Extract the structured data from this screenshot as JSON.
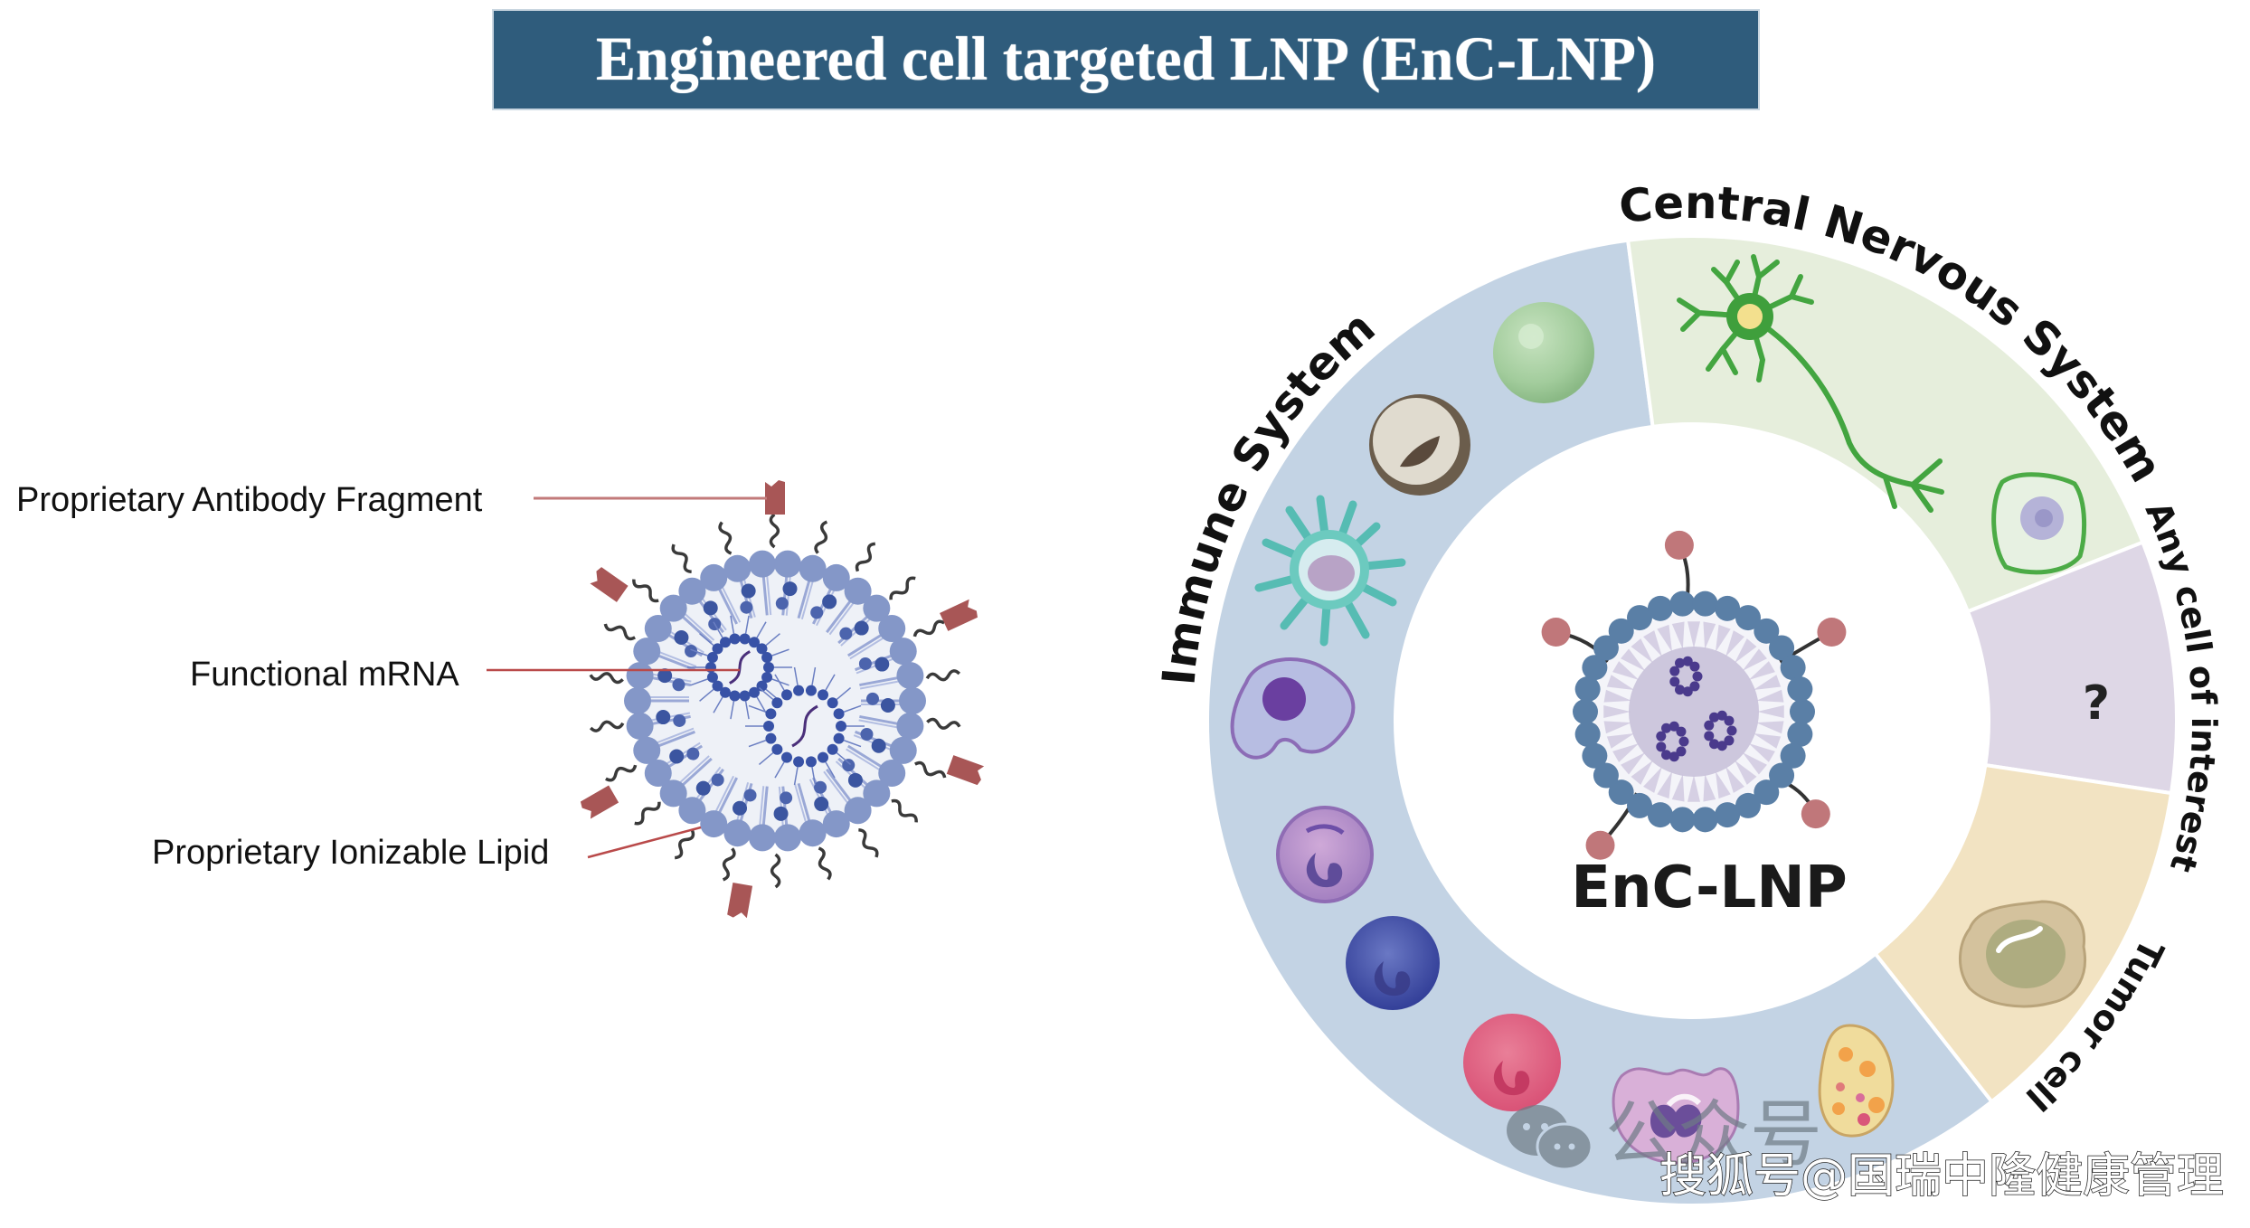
{
  "title": "Engineered cell targeted LNP (EnC-LNP)",
  "left_diagram": {
    "labels": {
      "antibody": "Proprietary Antibody Fragment",
      "mrna": "Functional mRNA",
      "lipid": "Proprietary Ionizable Lipid"
    },
    "colors": {
      "leader_line": "#b94a4a",
      "antibody": "#a85656",
      "lipid_head": "#8497c8",
      "lipid_tail_dark": "#3b55a0",
      "core": "#eef1f7",
      "peg": "#3a3a3a"
    }
  },
  "right_diagram": {
    "center_label": "EnC-LNP",
    "segments": [
      {
        "id": "immune",
        "label": "Immune System",
        "color": "#c3d3e4"
      },
      {
        "id": "cns",
        "label": "Central Nervous System",
        "color": "#e6eedc"
      },
      {
        "id": "any",
        "label": "Any cell of interest",
        "color": "#ded7e6",
        "symbol": "?"
      },
      {
        "id": "tumor",
        "label": "Tumor cell",
        "color": "#f2e3c2"
      }
    ],
    "immune_cells": [
      "lymphocyte-green",
      "monocyte-brown",
      "dendritic-cell",
      "macrophage",
      "neutrophil-purple",
      "basophil-blue",
      "eosinophil-red",
      "mast-cell",
      "platelet-yellow"
    ],
    "cns_cells": [
      "neuron",
      "glial-cell"
    ],
    "tumor_cells": [
      "tumor-cell"
    ],
    "colors": {
      "bead": "#5a7fa6",
      "ligand": "#c0777a",
      "core": "#cdc7dd",
      "rna": "#4a3a8c"
    }
  },
  "watermark": {
    "line1": "公众号",
    "line2": "搜狐号@国瑞中隆健康管理"
  }
}
